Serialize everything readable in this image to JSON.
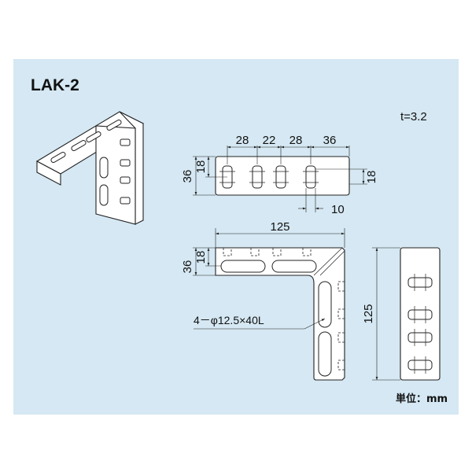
{
  "title": "LAK-2",
  "thickness": "t=3.2",
  "unit_label": "単位：mm",
  "top_view": {
    "spacing_1": "28",
    "spacing_2": "22",
    "spacing_3": "28",
    "spacing_4": "36",
    "width_left": "36",
    "height_left_inner": "18",
    "height_right": "18",
    "offset_bottom": "10"
  },
  "front_view": {
    "overall_width": "125",
    "width_left": "36",
    "height_left_inner": "18",
    "hole_callout": "4－φ12.5×40L"
  },
  "side_view": {
    "overall_height": "125"
  },
  "colors": {
    "sheet_background": "#d5e8f3",
    "line": "#222222",
    "part_fill": "#ffffff"
  }
}
